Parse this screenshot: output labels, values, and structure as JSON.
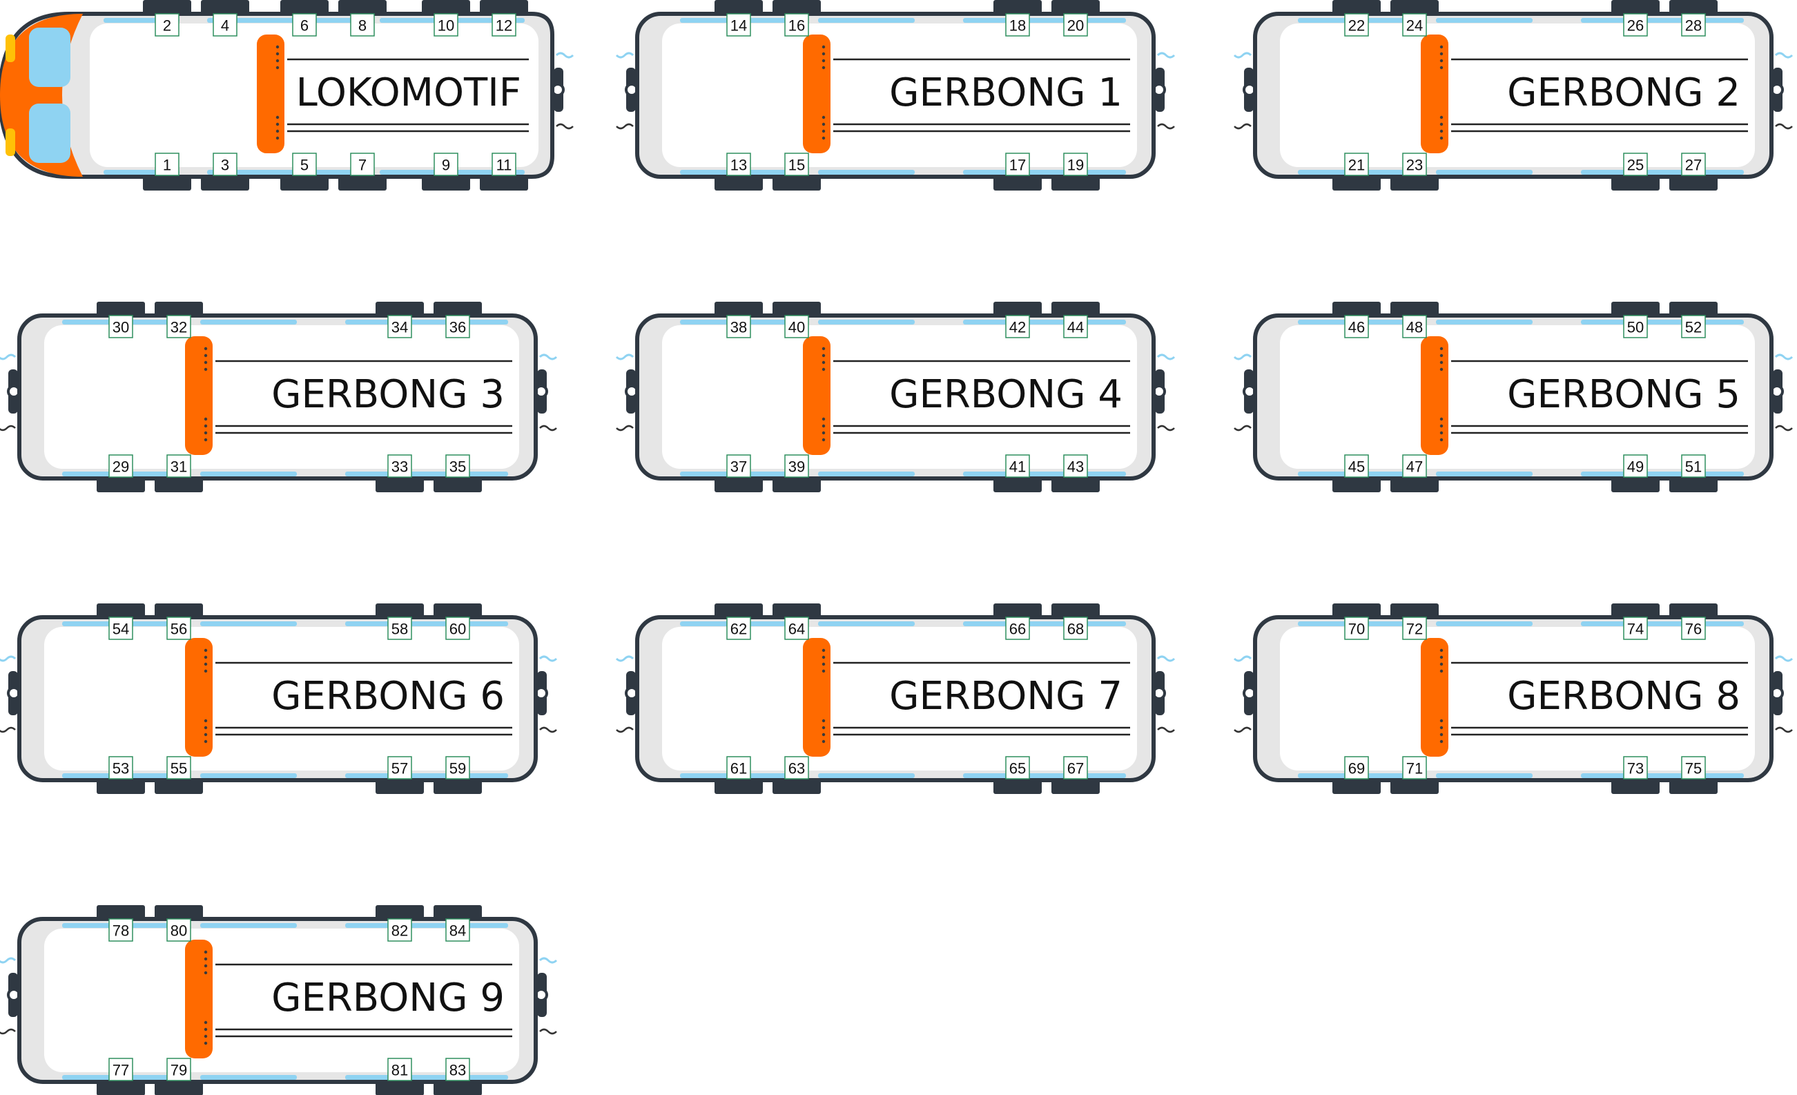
{
  "colors": {
    "body": "#e6e6e6",
    "interior": "#ffffff",
    "outline": "#2f3842",
    "window": "#8fd3f2",
    "accent": "#ff6a00",
    "seat_box_border": "#2f8f5f",
    "cab_glass": "#8fd3f2",
    "cab_light": "#ffc107"
  },
  "cars": [
    {
      "label": "LOKOMOTIF",
      "type": "locomotive",
      "top_seats": [
        "2",
        "4",
        "6",
        "8",
        "10",
        "12"
      ],
      "bottom_seats": [
        "1",
        "3",
        "5",
        "7",
        "9",
        "11"
      ]
    },
    {
      "label": "GERBONG 1",
      "type": "carriage",
      "top_seats": [
        "14",
        "16",
        "18",
        "20"
      ],
      "bottom_seats": [
        "13",
        "15",
        "17",
        "19"
      ]
    },
    {
      "label": "GERBONG 2",
      "type": "carriage",
      "top_seats": [
        "22",
        "24",
        "26",
        "28"
      ],
      "bottom_seats": [
        "21",
        "23",
        "25",
        "27"
      ]
    },
    {
      "label": "GERBONG 3",
      "type": "carriage",
      "top_seats": [
        "30",
        "32",
        "34",
        "36"
      ],
      "bottom_seats": [
        "29",
        "31",
        "33",
        "35"
      ]
    },
    {
      "label": "GERBONG 4",
      "type": "carriage",
      "top_seats": [
        "38",
        "40",
        "42",
        "44"
      ],
      "bottom_seats": [
        "37",
        "39",
        "41",
        "43"
      ]
    },
    {
      "label": "GERBONG 5",
      "type": "carriage",
      "top_seats": [
        "46",
        "48",
        "50",
        "52"
      ],
      "bottom_seats": [
        "45",
        "47",
        "49",
        "51"
      ]
    },
    {
      "label": "GERBONG 6",
      "type": "carriage",
      "top_seats": [
        "54",
        "56",
        "58",
        "60"
      ],
      "bottom_seats": [
        "53",
        "55",
        "57",
        "59"
      ]
    },
    {
      "label": "GERBONG 7",
      "type": "carriage",
      "top_seats": [
        "62",
        "64",
        "66",
        "68"
      ],
      "bottom_seats": [
        "61",
        "63",
        "65",
        "67"
      ]
    },
    {
      "label": "GERBONG 8",
      "type": "carriage",
      "top_seats": [
        "70",
        "72",
        "74",
        "76"
      ],
      "bottom_seats": [
        "69",
        "71",
        "73",
        "75"
      ]
    },
    {
      "label": "GERBONG 9",
      "type": "carriage",
      "top_seats": [
        "78",
        "80",
        "82",
        "84"
      ],
      "bottom_seats": [
        "77",
        "79",
        "81",
        "83"
      ]
    }
  ]
}
